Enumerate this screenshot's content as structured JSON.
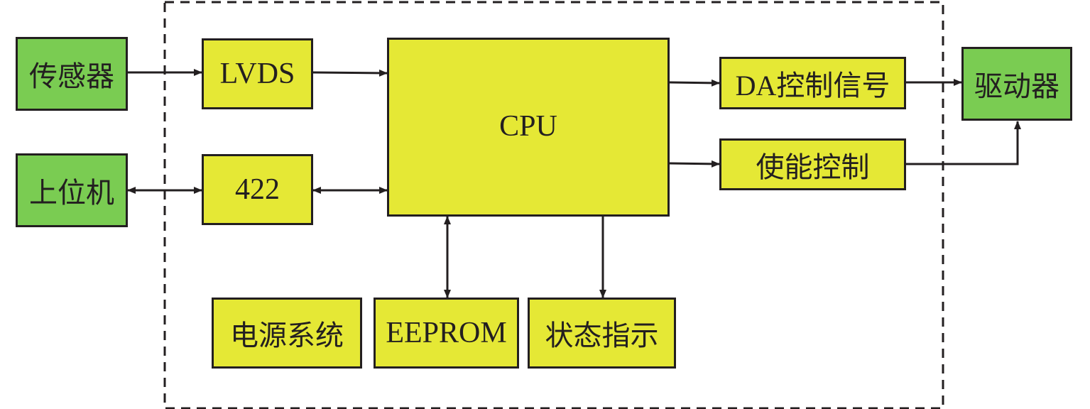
{
  "nodes": {
    "sensor": "传感器",
    "host": "上位机",
    "lvds": "LVDS",
    "rs422": "422",
    "cpu": "CPU",
    "da_signal_prefix": "DA",
    "da_signal_suffix": "控制信号",
    "enable": "使能控制",
    "driver": "驱动器",
    "power": "电源系统",
    "eeprom": "EEPROM",
    "status": "状态指示"
  },
  "colors": {
    "external": "#7acc52",
    "internal": "#e5e835",
    "line": "#231f20"
  }
}
